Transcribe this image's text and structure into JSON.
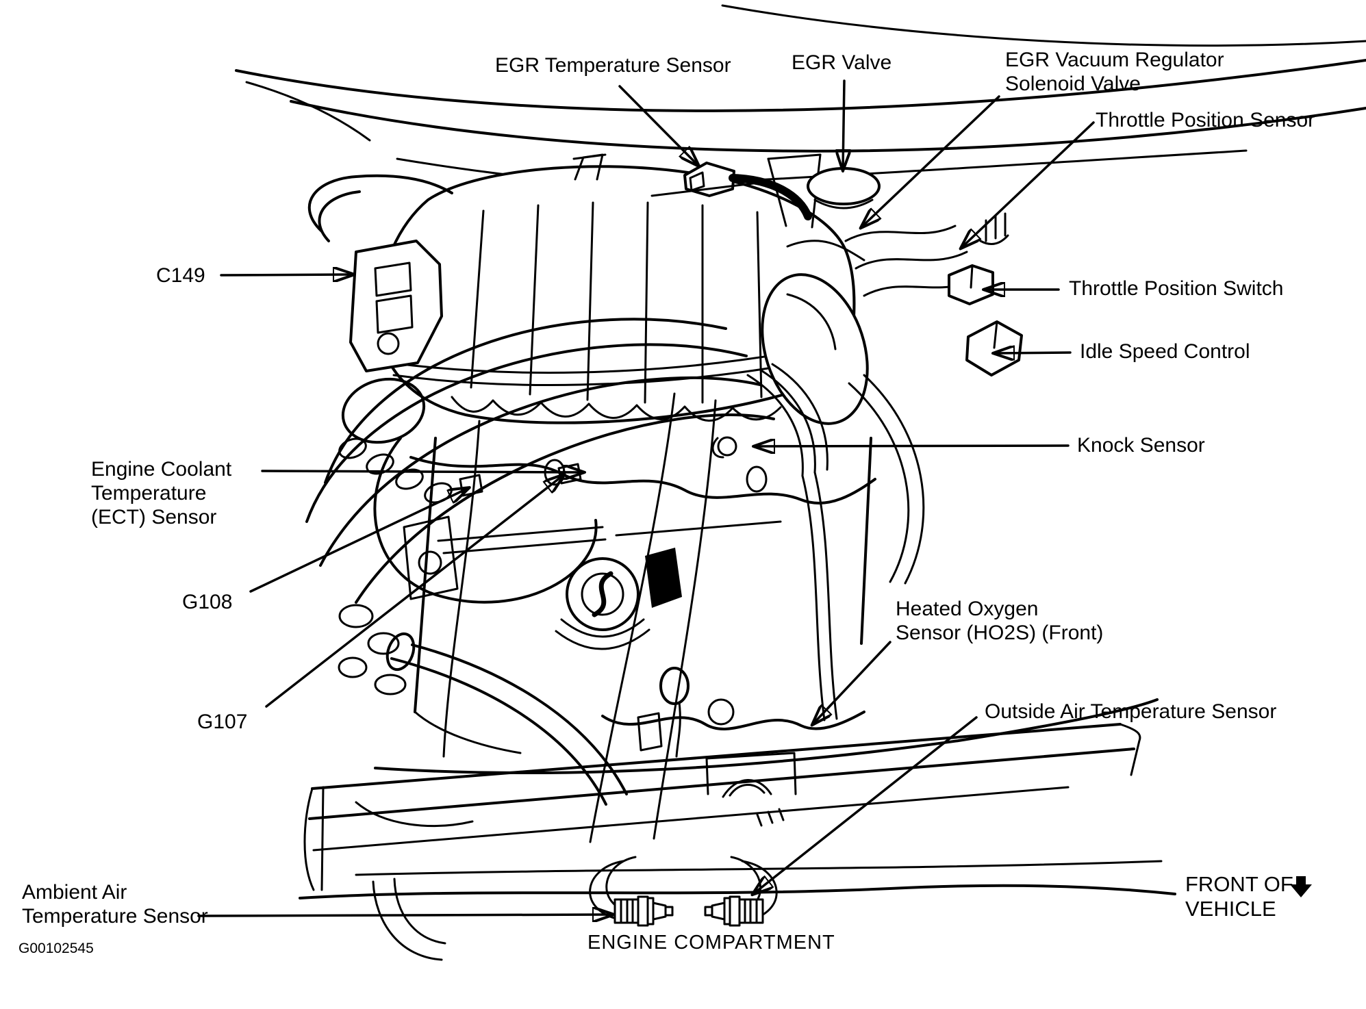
{
  "figure": {
    "caption": "ENGINE COMPARTMENT",
    "front_of_vehicle": "FRONT OF\nVEHICLE",
    "figure_id": "G00102545"
  },
  "labels": {
    "egr_temp_sensor": "EGR Temperature Sensor",
    "egr_valve": "EGR Valve",
    "egr_vacuum_regulator_solenoid_valve": "EGR Vacuum Regulator\nSolenoid Valve",
    "throttle_position_sensor": "Throttle Position Sensor",
    "c149": "C149",
    "throttle_position_switch": "Throttle Position Switch",
    "idle_speed_control": "Idle Speed Control",
    "knock_sensor": "Knock Sensor",
    "ect_sensor": "Engine Coolant\nTemperature\n(ECT) Sensor",
    "g108": "G108",
    "g107": "G107",
    "ho2s": "Heated Oxygen\nSensor (HO2S) (Front)",
    "outside_air_temp_sensor": "Outside Air Temperature Sensor",
    "ambient_air_temp_sensor": "Ambient Air\nTemperature Sensor"
  },
  "icons": {
    "front_of_vehicle_arrow": "down-arrow"
  },
  "colors": {
    "ink": "#000000",
    "paper": "#ffffff"
  }
}
